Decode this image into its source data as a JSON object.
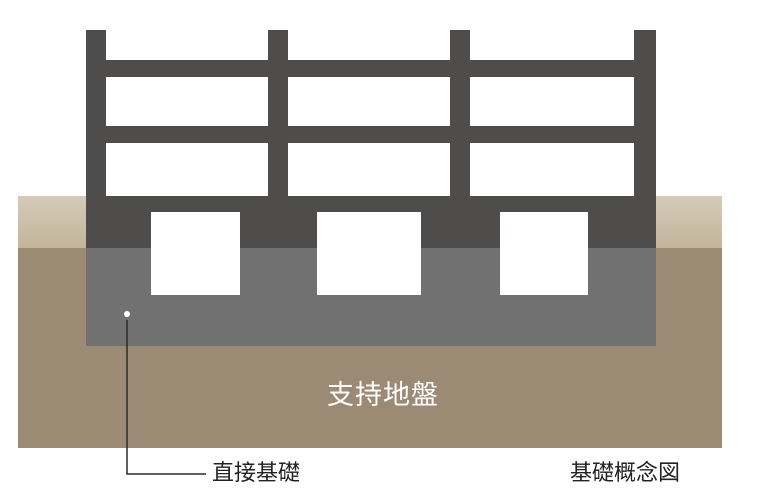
{
  "labels": {
    "ground": "支持地盤",
    "callout": "直接基礎",
    "figure_title": "基礎概念図"
  },
  "colors": {
    "topsoil": "#cfc4af",
    "bearing_ground": "#9c8b74",
    "frame": "#4f4d4c",
    "foundation": "#727171",
    "voids": "#ffffff",
    "leader_line": "#2a2a2a",
    "text_dark": "#222222",
    "text_light": "#ffffff"
  }
}
